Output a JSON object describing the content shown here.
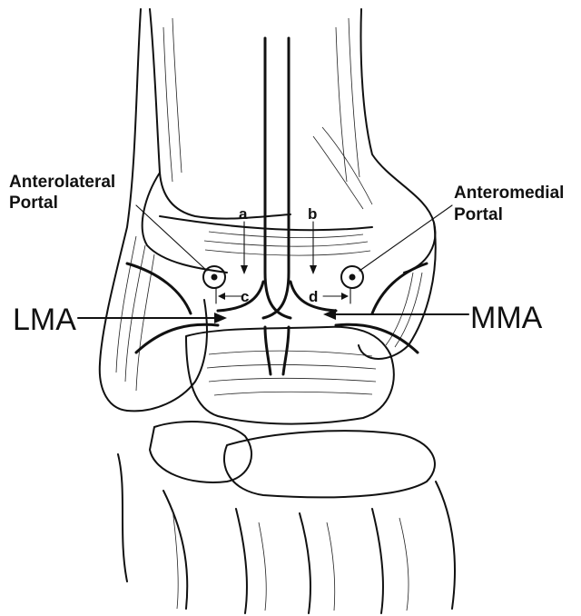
{
  "labels": {
    "anterolateral_line1": "Anterolateral",
    "anterolateral_line2": "Portal",
    "anteromedial_line1": "Anteromedial",
    "anteromedial_line2": "Portal",
    "a": "a",
    "b": "b",
    "c": "c",
    "d": "d",
    "lma": "LMA",
    "mma": "MMA"
  }
}
